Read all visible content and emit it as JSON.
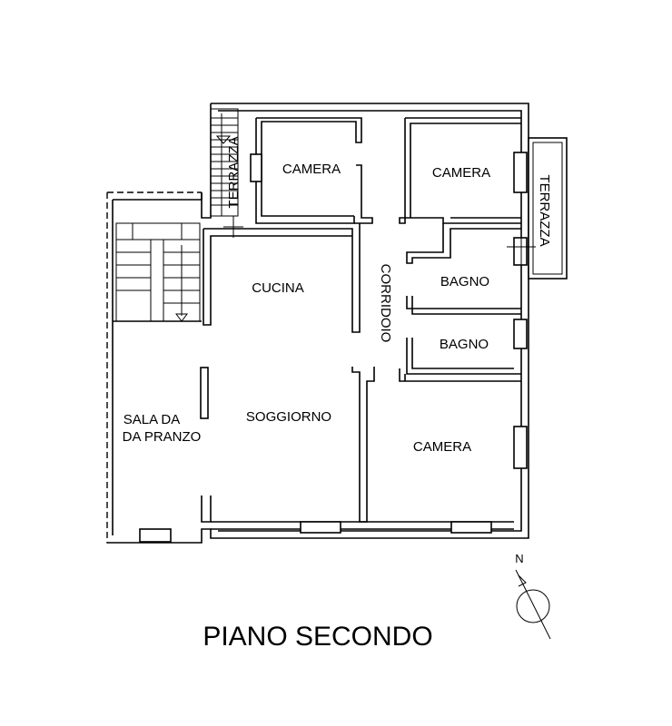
{
  "rooms": {
    "camera_top_left": "CAMERA",
    "camera_top_right": "CAMERA",
    "terrazza_left": "TERRAZZA",
    "terrazza_right": "TERRAZZA",
    "cucina": "CUCINA",
    "corridoio": "CORRIDOIO",
    "bagno_upper": "BAGNO",
    "bagno_lower": "BAGNO",
    "sala_line1": "SALA DA",
    "sala_line2": "DA PRANZO",
    "soggiorno": "SOGGIORNO",
    "camera_bottom_right": "CAMERA"
  },
  "compass": {
    "label": "N"
  },
  "title": "PIANO SECONDO"
}
